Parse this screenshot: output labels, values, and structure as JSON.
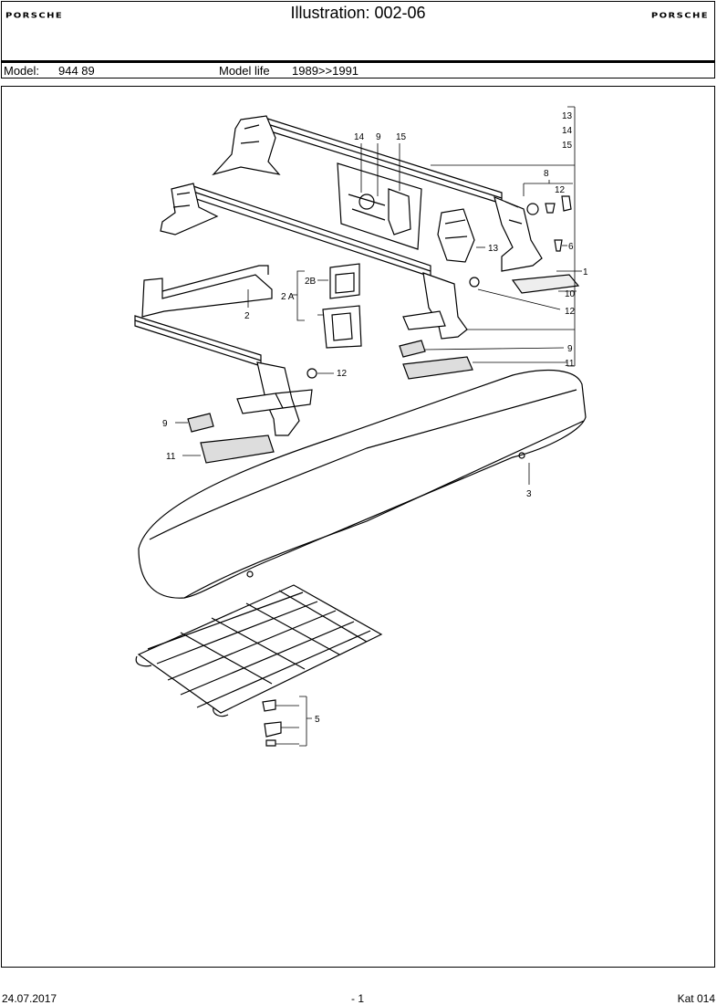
{
  "header": {
    "brand_left": "PORSCHE",
    "title": "Illustration: 002-06",
    "brand_right": "PORSCHE"
  },
  "model_bar": {
    "model_label": "Model:",
    "model_value": "944 89",
    "life_label": "Model life",
    "life_value": "1989>>1991"
  },
  "callouts": {
    "c13a": "13",
    "c14a": "14",
    "c15a": "15",
    "c14b": "14",
    "c9a": "9",
    "c15b": "15",
    "c8": "8",
    "c12a": "12",
    "c6": "6",
    "c1": "1",
    "c13b": "13",
    "c10": "10",
    "c12b": "12",
    "c2b": "2B",
    "c2a": "2 A",
    "c2": "2",
    "c12c": "12",
    "c9b": "9",
    "c11a": "11",
    "c9c": "9",
    "c11b": "11",
    "c3": "3",
    "c5": "5"
  },
  "footer": {
    "date": "24.07.2017",
    "page": "- 1",
    "catalog": "Kat 014"
  }
}
